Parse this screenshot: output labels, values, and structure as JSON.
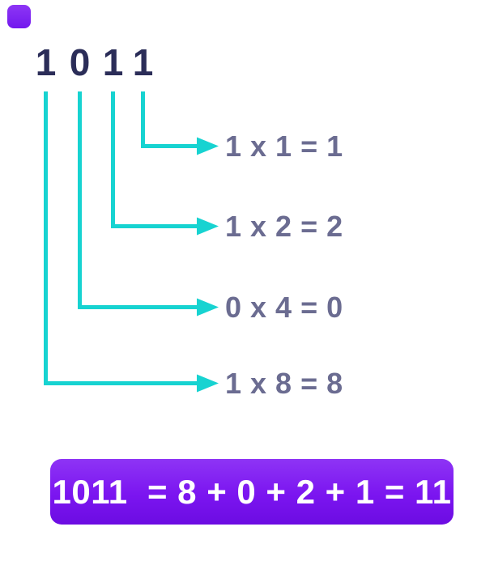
{
  "title": "binary-to-decimal-conversion-diagram",
  "colors": {
    "background": "#ffffff",
    "binary_digit": "#2b2d58",
    "connector_cyan": "#17d3d1",
    "equation_text": "#6b6c91",
    "summary_box_purple_top": "#8e34f5",
    "summary_box_purple_bottom": "#6c0ce2",
    "summary_text": "#ffffff",
    "corner_accent_purple": "#7c2ff7"
  },
  "binary": {
    "digits": [
      "1",
      "0",
      "1",
      "1"
    ]
  },
  "rows": [
    {
      "label": "1 x 1 = 1"
    },
    {
      "label": "1 x 2 = 2"
    },
    {
      "label": "0 x 4 = 0"
    },
    {
      "label": "1 x 8 = 8"
    }
  ],
  "summary": {
    "text": "1011  = 8 + 0 + 2 + 1 = 11"
  }
}
